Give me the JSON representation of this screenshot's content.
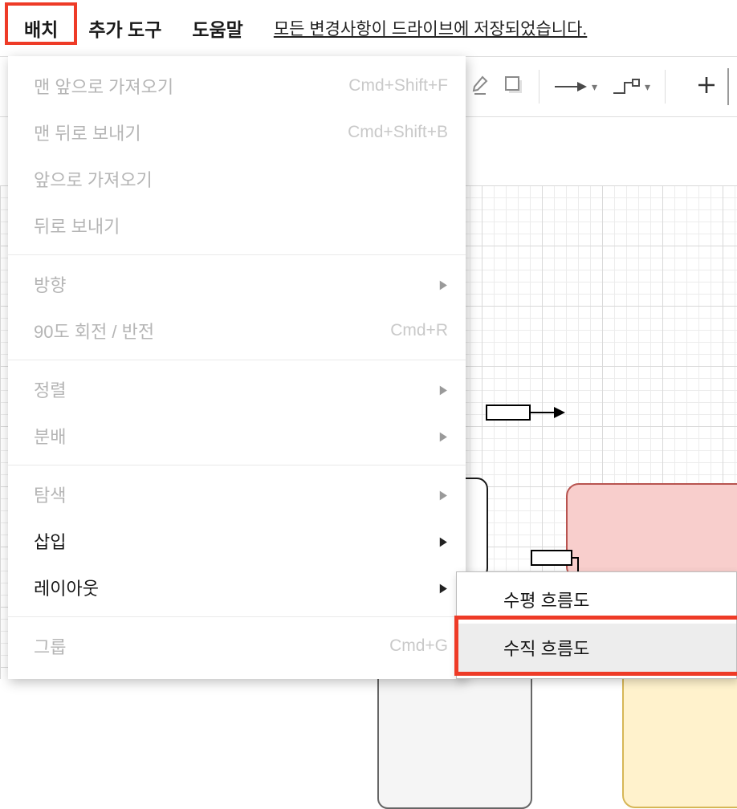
{
  "menubar": {
    "items": [
      "배치",
      "추가 도구",
      "도움말"
    ],
    "status_link": "모든 변경사항이 드라이브에 저장되었습니다."
  },
  "arrange_menu": {
    "bring_to_front": {
      "label": "맨 앞으로 가져오기",
      "shortcut": "Cmd+Shift+F"
    },
    "send_to_back": {
      "label": "맨 뒤로 보내기",
      "shortcut": "Cmd+Shift+B"
    },
    "bring_forward": {
      "label": "앞으로 가져오기"
    },
    "send_backward": {
      "label": "뒤로 보내기"
    },
    "direction": {
      "label": "방향"
    },
    "rotate": {
      "label": "90도 회전 / 반전",
      "shortcut": "Cmd+R"
    },
    "align": {
      "label": "정렬"
    },
    "distribute": {
      "label": "분배"
    },
    "navigation": {
      "label": "탐색"
    },
    "insert": {
      "label": "삽입"
    },
    "layout": {
      "label": "레이아웃"
    },
    "group": {
      "label": "그룹",
      "shortcut": "Cmd+G"
    }
  },
  "layout_submenu": {
    "horizontal": "수평 흐름도",
    "vertical": "수직 흐름도"
  },
  "icons": {
    "submenu_arrow": "▶",
    "dropdown_caret": "▾"
  },
  "colors": {
    "annotation_red": "#ee3b27",
    "node_red_fill": "#f8cecc",
    "node_red_stroke": "#b85450",
    "node_yellow_fill": "#fff2cc",
    "node_yellow_stroke": "#d6b656",
    "node_gray_fill": "#f5f5f5",
    "node_gray_stroke": "#666666"
  }
}
